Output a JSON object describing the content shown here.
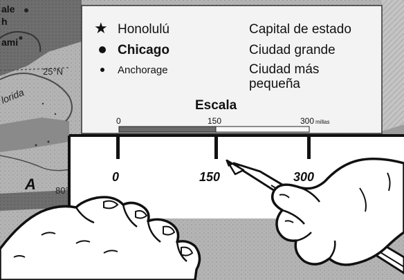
{
  "map_fragment": {
    "latitude_label": "25°N",
    "region_label": "lorida",
    "longitude_label": "80°",
    "letter_label": "A",
    "corner_label": "ale",
    "corner_label_2": "h",
    "corner_label_3": "ami"
  },
  "legend": {
    "items": [
      {
        "symbol": "star-icon",
        "name": "Honolulú",
        "description": "Capital de estado"
      },
      {
        "symbol": "large-dot-icon",
        "name": "Chicago",
        "description": "Ciudad grande"
      },
      {
        "symbol": "small-dot-icon",
        "name": "Anchorage",
        "description_line1": "Ciudad más",
        "description_line2": "pequeña"
      }
    ]
  },
  "scale_bar": {
    "title": "Escala",
    "tick_labels": [
      "0",
      "150",
      "300"
    ],
    "unit": "millas"
  },
  "ruler_strip": {
    "tick_labels": [
      "0",
      "150",
      "300"
    ]
  },
  "colors": {
    "ink": "#1a1a1a",
    "map_background": "#b0b0b0",
    "map_dark": "#6a6a6a",
    "panel": "#f3f3f3",
    "paper": "#ffffff"
  }
}
